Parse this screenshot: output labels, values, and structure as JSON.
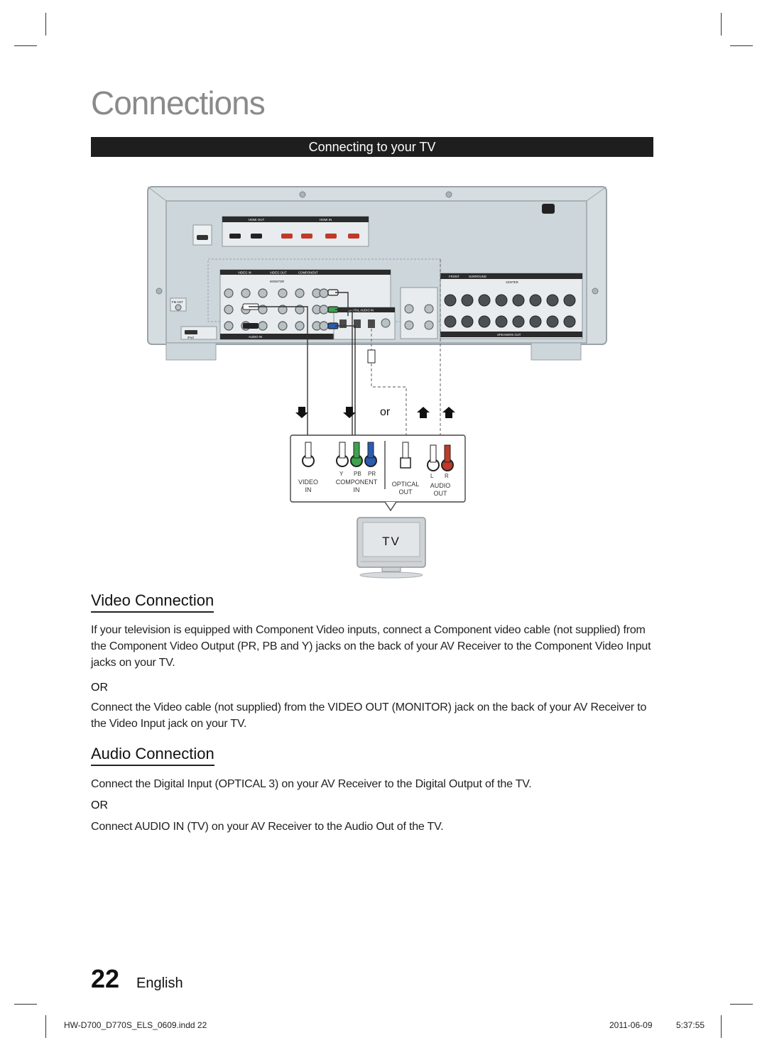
{
  "chapter_title": "Connections",
  "section_title": "Connecting to your TV",
  "diagram": {
    "or_label": "or",
    "tv_label": "TV",
    "receiver_labels": {
      "hdmi_out": "HDMI OUT",
      "hdmi_in": "HDMI IN",
      "component": "COMPONENT",
      "video_in": "VIDEO IN",
      "video_out": "VIDEO OUT",
      "monitor": "MONITOR",
      "audio_in": "AUDIO IN",
      "digital_audio_in": "DIGITAL AUDIO IN",
      "speakers_out": "SPEAKERS OUT",
      "front": "FRONT",
      "surround": "SURROUND",
      "center": "CENTER",
      "ipod": "iPod",
      "fm_ant": "FM ANT"
    },
    "tv_jacks": {
      "video_in_line1": "VIDEO",
      "video_in_line2": "IN",
      "component_line1": "COMPONENT",
      "component_line2": "IN",
      "y": "Y",
      "pb": "PB",
      "pr": "PR",
      "optical_line1": "OPTICAL",
      "optical_line2": "OUT",
      "audio_line1": "AUDIO",
      "audio_line2": "OUT",
      "l": "L",
      "r": "R"
    }
  },
  "video_connection": {
    "heading": "Video Connection",
    "para1": "If your television is equipped with Component Video inputs, connect a Component video cable (not supplied) from the Component Video Output (PR, PB and Y) jacks on the back of your AV Receiver to the Component Video Input jacks on your TV.",
    "or": "OR",
    "para2": "Connect the Video cable (not supplied) from the VIDEO OUT (MONITOR) jack on the back of your AV Receiver to the Video Input jack on your TV."
  },
  "audio_connection": {
    "heading": "Audio Connection",
    "para1": "Connect the Digital Input (OPTICAL 3) on your AV Receiver to the Digital Output of the TV.",
    "or": "OR",
    "para2": "Connect AUDIO IN (TV) on your AV Receiver to the Audio Out of the TV."
  },
  "page_number": "22",
  "language": "English",
  "footer": {
    "file": "HW-D700_D770S_ELS_0609.indd   22",
    "date": "2011-06-09",
    "time": "5:37:55"
  }
}
